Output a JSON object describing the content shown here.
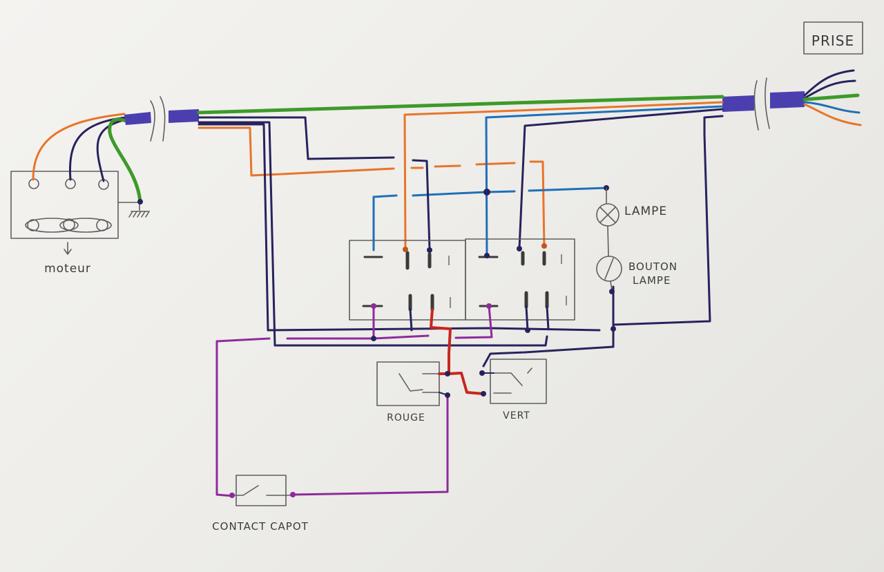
{
  "diagram": {
    "labels": {
      "prise": "PRISE",
      "moteur": "moteur",
      "lampe": "LAMPE",
      "bouton_line1": "BOUTON",
      "bouton_line2": "LAMPE",
      "rouge": "ROUGE",
      "vert": "VERT",
      "contact_capot": "CONTACT CAPOT"
    },
    "wire_colors": {
      "green": "#3e9a2a",
      "orange": "#e8742a",
      "blue": "#1f6fb8",
      "navy": "#27225e",
      "purple": "#8e2a9c",
      "red": "#c8261e",
      "sheath": "#4b3fb0"
    }
  }
}
